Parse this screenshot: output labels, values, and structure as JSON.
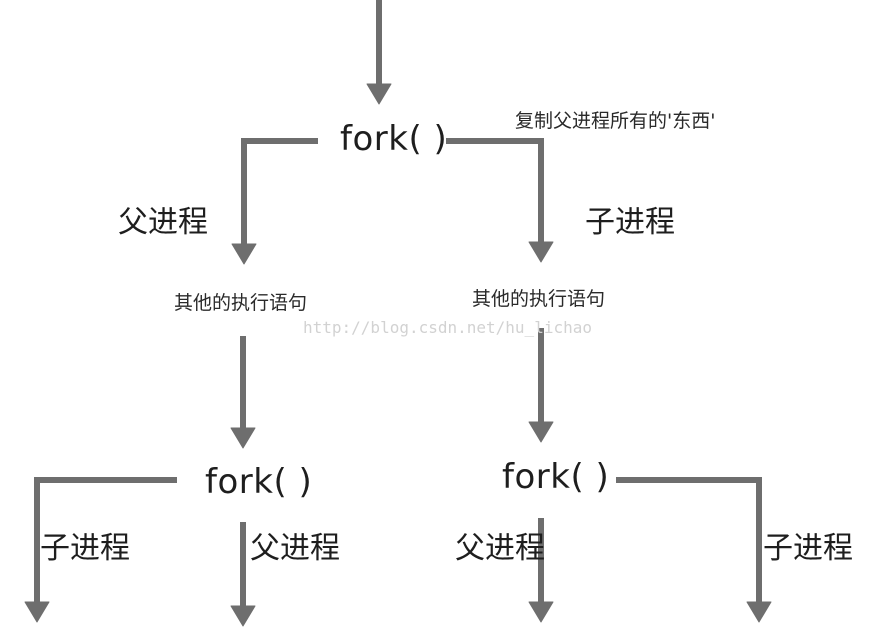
{
  "colors": {
    "arrow": "#6e6e6e",
    "text": "#1e1e1e",
    "watermark": "#d2d2d2"
  },
  "labels": {
    "fork_top": "fork( )",
    "copy_note": "复制父进程所有的'东西'",
    "parent_top": "父进程",
    "child_top": "子进程",
    "stmt_left": "其他的执行语句",
    "stmt_right": "其他的执行语句",
    "fork_left": "fork( )",
    "fork_right": "fork( )",
    "ll_child": "子进程",
    "ll_parent": "父进程",
    "rr_parent": "父进程",
    "rr_child": "子进程"
  },
  "watermark": "http://blog.csdn.net/hu_lichao"
}
